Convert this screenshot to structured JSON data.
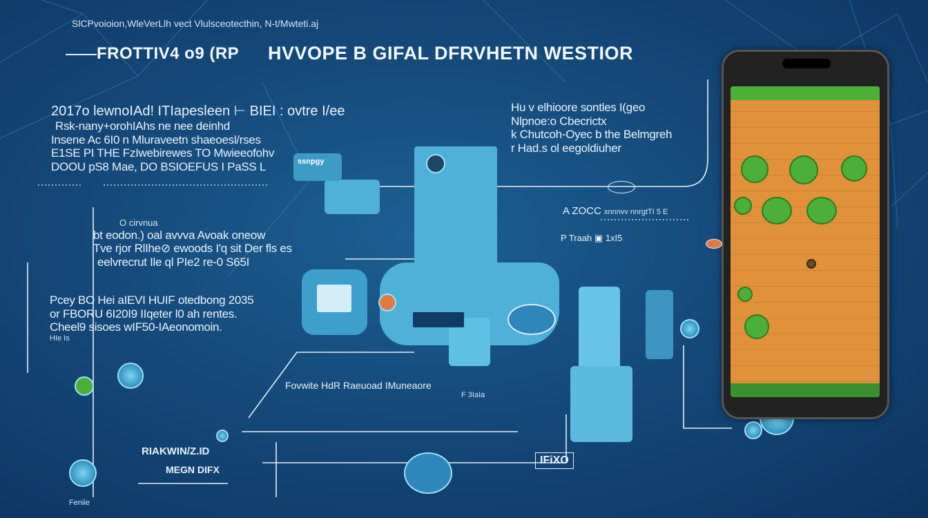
{
  "header": {
    "subtitle": "SlCPvoioion,WleVerLlh vect Vlulsceotecthin, N-t/Mwteti.aj",
    "title_left": "FROTTIV4 o9  (RP",
    "title_main": "HVVOPE B GIFAL DFRVHETN WESTIOR"
  },
  "left_block_1": {
    "lines": [
      "2017o lewnoIAd! ITIapesleen ⊢ BIEI : ovtre I/ee",
      "Rsk-nany+orohIAhs ne nee deinhd",
      "Insene Ac 6I0 n Mluraveetn shaeoesl/rses",
      "E1SE PI THE  FzIwebirewes TO Mwieeofohv",
      "DOOU pS8 Mae, DO BSIOEFUS I PaSS L"
    ]
  },
  "left_block_2": {
    "lines": [
      "O cirvnua",
      "bt eodon.) oal avvva Avoak oneow",
      "Tve rjor RlIhe⊘ ewoods I'q sit Der fls es",
      "eelvrecrut Ile ql PIe2 re-0 S65I"
    ]
  },
  "left_block_3": {
    "lines": [
      "Pcey BO Hei aIEVI HUIF otedbong 2035",
      "or FBORU 6I20I9 IIqeter l0 ah rentes.",
      "Cheel9 sisoes wIF50-IAeonomoin.",
      "HIe Is"
    ]
  },
  "right_block": {
    "lines": [
      "Hu v elhioore sontles I(geo",
      "Nlpnoe:o Cbecrictx",
      "k Chutcoh-Oyec b the Belmgreh",
      "r Had.s ol eegoldiuher"
    ]
  },
  "labels": {
    "a_zoo": "A ZOCC",
    "a_zoo_tail": "xnnnvv nnrgtTI 5 E",
    "p_trash": "P Traah",
    "p_trash_tail": "1xI5",
    "mid_caption": "Fovwite HdR Raeuoad IMuneaore",
    "bottom_left_a": "RIAKWIN/Z.ID",
    "bottom_left_b": "MEGN DIFX",
    "bottom_center": "IFiXO",
    "small_f": "F 3IaIa",
    "box_label": "ssnpgy",
    "bottom_node": "Feniie"
  },
  "colors": {
    "background": "#15497a",
    "machine": "#4fb0d8",
    "phone_screen": "#e0913a",
    "phone_frame": "#2a2a2a",
    "accent_green": "#4caf3a"
  }
}
